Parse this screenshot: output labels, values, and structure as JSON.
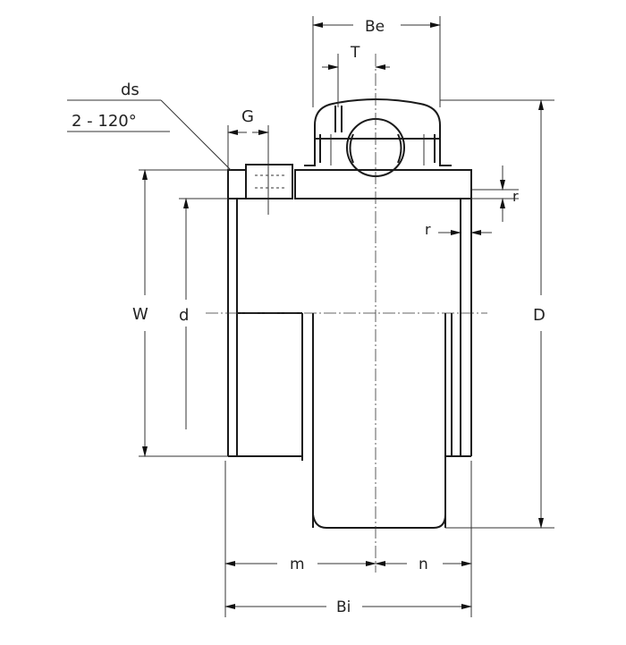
{
  "labels": {
    "be": "Be",
    "t": "T",
    "ds": "ds",
    "ds_spec": "2 - 120°",
    "g": "G",
    "r_top": "r",
    "r_side": "r",
    "w": "W",
    "d": "d",
    "D": "D",
    "m": "m",
    "n": "n",
    "bi": "Bi"
  }
}
